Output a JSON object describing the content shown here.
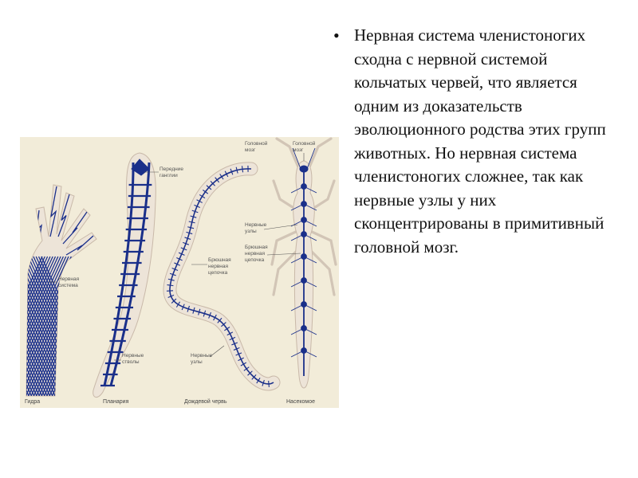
{
  "slide": {
    "bullet_symbol": "•",
    "text": "Нервная система членистоногих сходна с нервной системой кольчатых червей, что является одним из доказательств эволюционного родства этих групп животных. Но нервная система членистоногих сложнее, так как нервные узлы у них сконцентрированы в примитивный головной мозг."
  },
  "figure": {
    "captions": {
      "hydra": "Гидра",
      "planaria": "Планария",
      "earthworm": "Дождевой червь",
      "insect": "Насекомое"
    },
    "labels": {
      "nervous_net_1": "Нервная",
      "nervous_net_2": "система",
      "front_ganglia_1": "Передние",
      "front_ganglia_2": "ганглии",
      "nerve_trunks_1": "Нервные",
      "nerve_trunks_2": "стволы",
      "ventral_chain_1": "Брюшная",
      "ventral_chain_2": "нервная",
      "ventral_chain_3": "цепочка",
      "worm_ganglia_1": "Нервные",
      "worm_ganglia_2": "узлы",
      "head_brain_left_1": "Головной",
      "head_brain_left_2": "мозг",
      "head_brain_right_1": "Головной",
      "head_brain_right_2": "мозг",
      "insect_ganglia_1": "Нервные",
      "insect_ganglia_2": "узлы",
      "insect_chain_1": "Брюшная",
      "insect_chain_2": "нервная",
      "insect_chain_3": "цепочка"
    },
    "colors": {
      "background": "#f2ecd9",
      "body": "#ede4d8",
      "body_outline": "#c9b9a9",
      "nerve": "#1a2f8a"
    }
  }
}
